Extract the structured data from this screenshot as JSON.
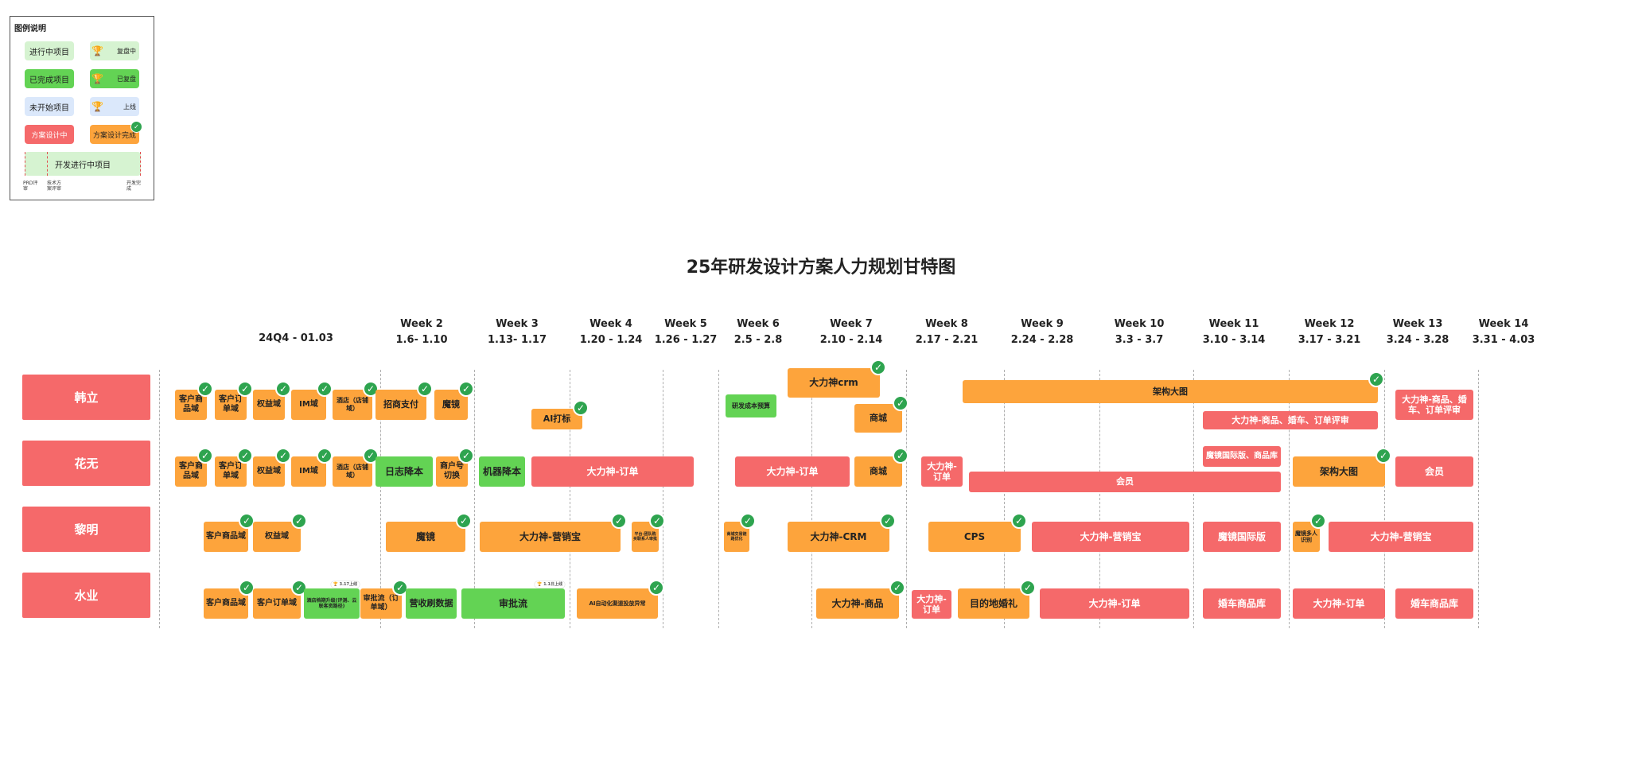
{
  "legend": {
    "title": "图例说明",
    "in_progress": "进行中项目",
    "completed": "已完成项目",
    "not_started": "未开始项目",
    "design_in_progress": "方案设计中",
    "reviewing": "复盘中",
    "reviewed": "已复盘",
    "launched": "上线",
    "design_done": "方案设计完成",
    "dev_in_progress": "开发进行中项目",
    "prd_review": "PRD评审",
    "tech_review": "技术方案评审",
    "dev_done": "开发完成",
    "trophy_icon": "trophy-icon",
    "check_icon": "check-icon"
  },
  "colors": {
    "in_progress": "#fda43c",
    "completed": "#63d354",
    "not_started": "#dbe8fb",
    "design": "#f5696a",
    "legend_in_progress": "#d6f3d1",
    "person": "#f5696a",
    "check": "#2ea44f"
  },
  "title": "25年研发设计方案人力规划甘特图",
  "weeks": [
    {
      "name": "",
      "dates": "24Q4 - 01.03"
    },
    {
      "name": "Week 2",
      "dates": "1.6- 1.10"
    },
    {
      "name": "Week 3",
      "dates": "1.13- 1.17"
    },
    {
      "name": "Week 4",
      "dates": "1.20 - 1.24"
    },
    {
      "name": "Week 5",
      "dates": "1.26 - 1.27"
    },
    {
      "name": "Week 6",
      "dates": "2.5 - 2.8"
    },
    {
      "name": "Week 7",
      "dates": "2.10 - 2.14"
    },
    {
      "name": "Week 8",
      "dates": "2.17 - 2.21"
    },
    {
      "name": "Week 9",
      "dates": "2.24 - 2.28"
    },
    {
      "name": "Week 10",
      "dates": "3.3 - 3.7"
    },
    {
      "name": "Week 11",
      "dates": "3.10 - 3.14"
    },
    {
      "name": "Week 12",
      "dates": "3.17 - 3.21"
    },
    {
      "name": "Week 13",
      "dates": "3.24 - 3.28"
    },
    {
      "name": "Week 14",
      "dates": "3.31 - 4.03"
    }
  ],
  "people": [
    "韩立",
    "花无",
    "黎明",
    "水业"
  ],
  "tasks": [
    {
      "label": "客户商品域",
      "color": "orange",
      "done": true
    },
    {
      "label": "客户订单域",
      "color": "orange",
      "done": true
    },
    {
      "label": "权益域",
      "color": "orange",
      "done": true
    },
    {
      "label": "IM域",
      "color": "orange",
      "done": true
    },
    {
      "label": "酒店（店铺域）",
      "color": "orange",
      "done": true
    },
    {
      "label": "招商支付",
      "color": "orange",
      "done": true
    },
    {
      "label": "魔镜",
      "color": "orange",
      "done": true
    },
    {
      "label": "AI打标",
      "color": "orange",
      "done": true
    },
    {
      "label": "研发成本预算",
      "color": "green",
      "done": false
    },
    {
      "label": "大力神crm",
      "color": "orange",
      "done": true
    },
    {
      "label": "商城",
      "color": "orange",
      "done": true
    },
    {
      "label": "架构大图",
      "color": "orange",
      "done": true
    },
    {
      "label": "大力神-商品、婚车、订单评审",
      "color": "red",
      "done": false
    },
    {
      "label": "大力神-商品、婚车、订单评审",
      "color": "red",
      "done": false
    },
    {
      "label": "客户商品域",
      "color": "orange",
      "done": true
    },
    {
      "label": "客户订单域",
      "color": "orange",
      "done": true
    },
    {
      "label": "权益域",
      "color": "orange",
      "done": true
    },
    {
      "label": "IM域",
      "color": "orange",
      "done": true
    },
    {
      "label": "酒店（店铺域）",
      "color": "orange",
      "done": true
    },
    {
      "label": "日志降本",
      "color": "green",
      "done": false
    },
    {
      "label": "商户号切换",
      "color": "orange",
      "done": true
    },
    {
      "label": "机器降本",
      "color": "green",
      "done": false
    },
    {
      "label": "大力神-订单",
      "color": "red",
      "done": false
    },
    {
      "label": "大力神-订单",
      "color": "red",
      "done": false
    },
    {
      "label": "商城",
      "color": "orange",
      "done": true
    },
    {
      "label": "大力神-订单",
      "color": "red",
      "done": false
    },
    {
      "label": "魔镜国际版、商品库",
      "color": "red",
      "done": false
    },
    {
      "label": "会员",
      "color": "red",
      "done": false
    },
    {
      "label": "架构大图",
      "color": "orange",
      "done": true
    },
    {
      "label": "会员",
      "color": "red",
      "done": false
    },
    {
      "label": "客户商品域",
      "color": "orange",
      "done": true
    },
    {
      "label": "权益域",
      "color": "orange",
      "done": true
    },
    {
      "label": "魔镜",
      "color": "orange",
      "done": true
    },
    {
      "label": "大力神-营销宝",
      "color": "orange",
      "done": true
    },
    {
      "label": "平台-团队购买联系人审批",
      "color": "orange",
      "done": true
    },
    {
      "label": "商城交易链路优化",
      "color": "orange",
      "done": true
    },
    {
      "label": "大力神-CRM",
      "color": "orange",
      "done": true
    },
    {
      "label": "CPS",
      "color": "orange",
      "done": true
    },
    {
      "label": "大力神-营销宝",
      "color": "red",
      "done": false
    },
    {
      "label": "魔镜国际版",
      "color": "red",
      "done": false
    },
    {
      "label": "魔镜多人识别",
      "color": "orange",
      "done": true
    },
    {
      "label": "大力神-营销宝",
      "color": "red",
      "done": false
    },
    {
      "label": "客户商品域",
      "color": "orange",
      "done": true
    },
    {
      "label": "客户订单域",
      "color": "orange",
      "done": true
    },
    {
      "label": "酒店档期升级(评测、云联客资路径)",
      "color": "green",
      "done": false,
      "badge": "3.17上线"
    },
    {
      "label": "审批流（订单域）",
      "color": "orange",
      "done": true
    },
    {
      "label": "营收刷数据",
      "color": "green",
      "done": false
    },
    {
      "label": "审批流",
      "color": "green",
      "done": false,
      "badge": "1.1日上线"
    },
    {
      "label": "AI自动化渠道投放异常",
      "color": "orange",
      "done": true
    },
    {
      "label": "大力神-商品",
      "color": "orange",
      "done": true
    },
    {
      "label": "大力神-订单",
      "color": "red",
      "done": false
    },
    {
      "label": "目的地婚礼",
      "color": "orange",
      "done": true
    },
    {
      "label": "大力神-订单",
      "color": "red",
      "done": false
    },
    {
      "label": "婚车商品库",
      "color": "red",
      "done": false
    },
    {
      "label": "大力神-订单",
      "color": "red",
      "done": false
    },
    {
      "label": "婚车商品库",
      "color": "red",
      "done": false
    }
  ]
}
